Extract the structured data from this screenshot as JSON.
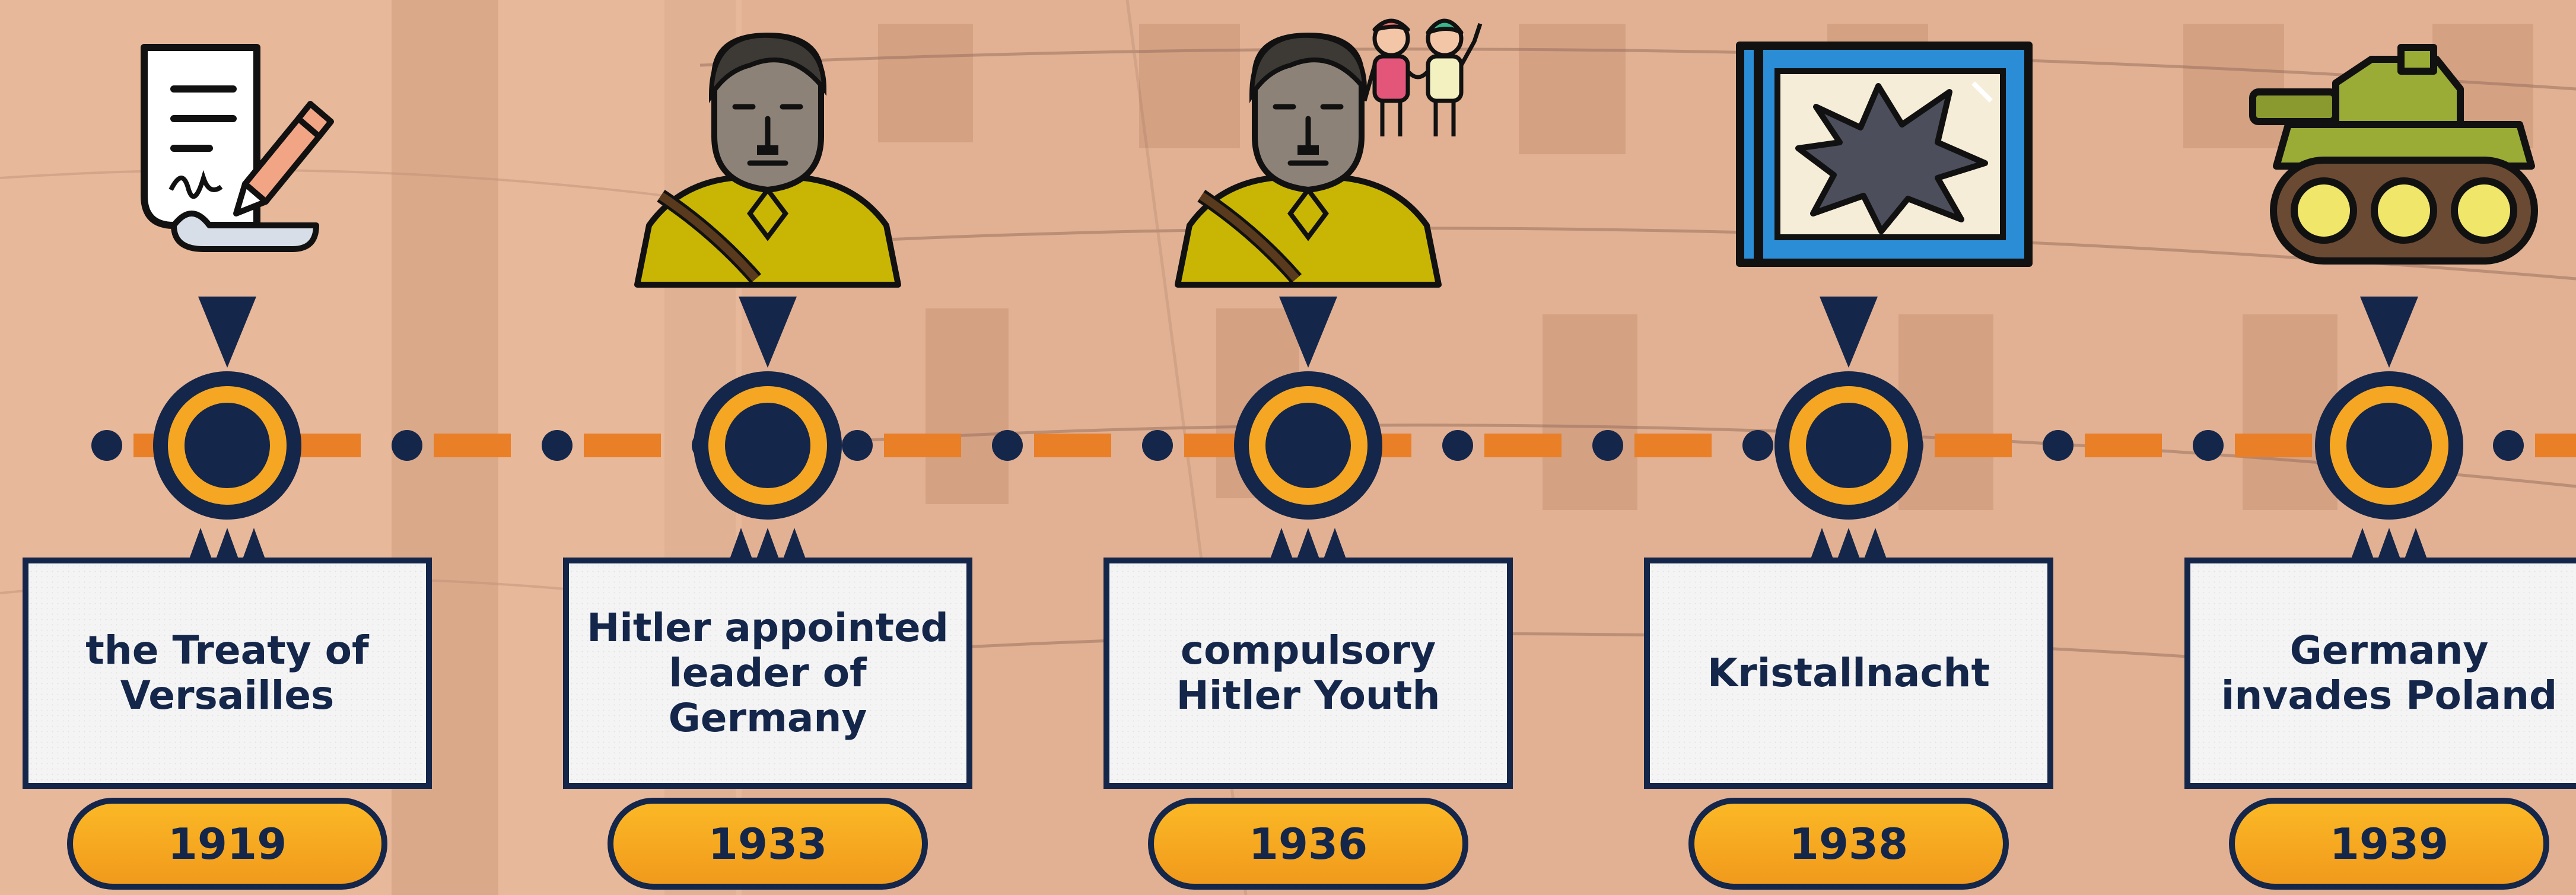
{
  "colors": {
    "navy": "#14264a",
    "orange": "#e97f26",
    "gold": "#f5a623",
    "card": "#f4f4f4",
    "background": "#e8b89a"
  },
  "events": [
    {
      "year": "1919",
      "label": "the Treaty of Versailles",
      "icon": "signing-document-icon"
    },
    {
      "year": "1933",
      "label": "Hitler appointed leader of Germany",
      "icon": "leader-portrait-icon"
    },
    {
      "year": "1936",
      "label": "compulsory Hitler Youth",
      "icon": "leader-with-children-icon"
    },
    {
      "year": "1938",
      "label": "Kristallnacht",
      "icon": "broken-glass-window-icon"
    },
    {
      "year": "1939",
      "label": "Germany invades Poland",
      "icon": "tank-icon"
    }
  ]
}
